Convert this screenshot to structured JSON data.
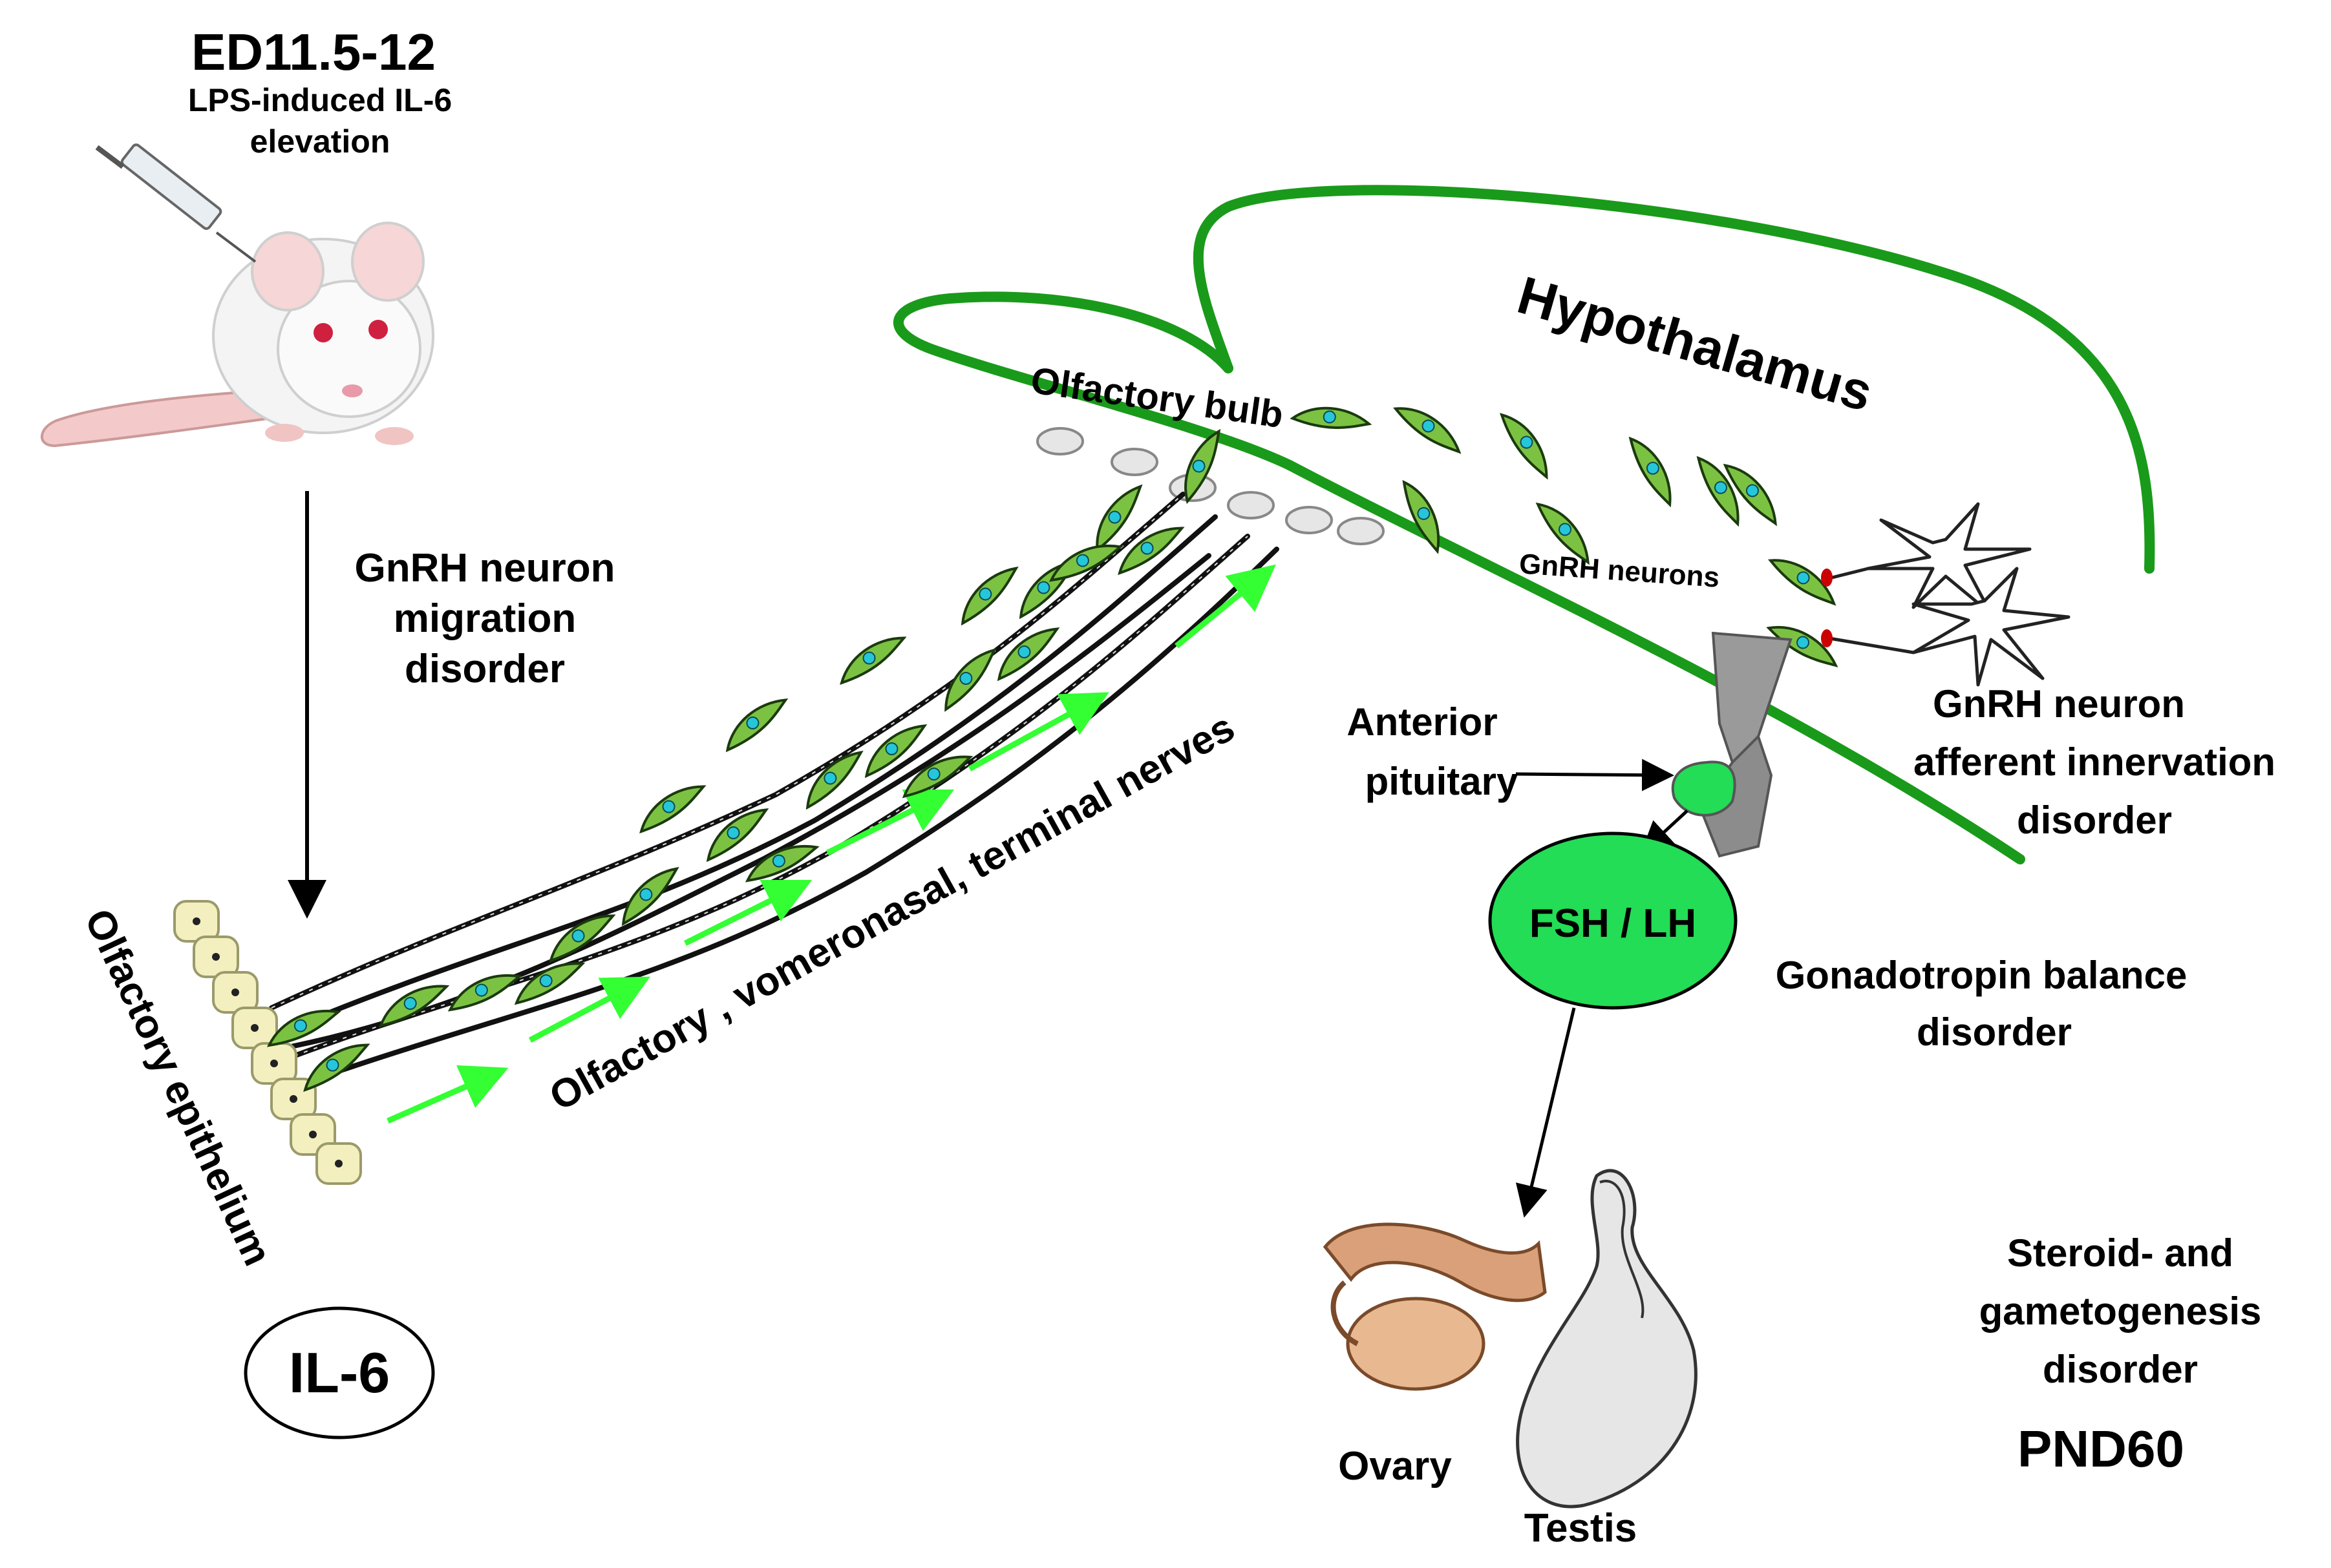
{
  "labels": {
    "stage_day": "ED11.5-12",
    "lps_line1": "LPS-induced IL-6",
    "lps_line2": "elevation",
    "migration_line1": "GnRH neuron",
    "migration_line2": "migration",
    "migration_line3": "disorder",
    "olfactory_epithelium": "Olfactory epithelium",
    "nerves": "Olfactory , vomeronasal, terminal nerves",
    "olfactory_bulb": "Olfactory bulb",
    "hypothalamus": "Hypothalamus",
    "gnrh_neurons": "GnRH neurons",
    "afferent_line1": "GnRH neuron",
    "afferent_line2": "afferent innervation",
    "afferent_line3": "disorder",
    "anterior_line1": "Anterior",
    "anterior_line2": "pituitary",
    "fsh_lh": "FSH / LH",
    "gonadotropin_line1": "Gonadotropin balance",
    "gonadotropin_line2": "disorder",
    "steroid_line1": "Steroid- and",
    "steroid_line2": "gametogenesis",
    "steroid_line3": "disorder",
    "pnd": "PND60",
    "ovary": "Ovary",
    "testis": "Testis",
    "il6": "IL-6"
  },
  "colors": {
    "brain_outline": "#1a9a1a",
    "neuron_fill": "#7cc242",
    "nucleus": "#26c6da",
    "migration_arrow": "#33ff33",
    "fsh_fill": "#22dd55",
    "epithelium_fill": "#f3efbf",
    "pituitary_gray": "#8c8c8c",
    "terminal_red": "#cc0000"
  }
}
